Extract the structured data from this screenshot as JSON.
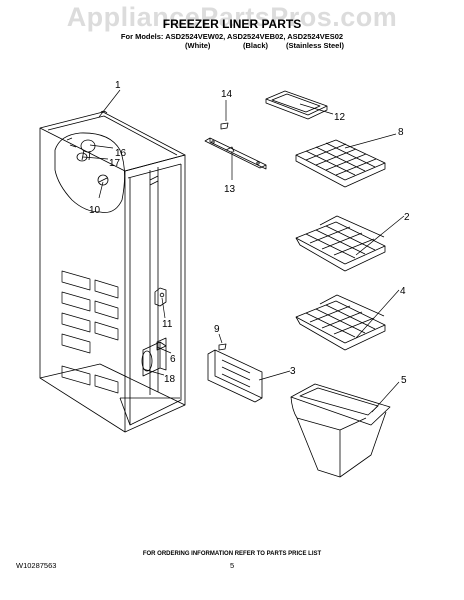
{
  "watermark": "AppliancePartsPros.com",
  "title": "FREEZER LINER PARTS",
  "models_line": "For Models: ASD2524VEW02, ASD2524VEB02, ASD2524VES02",
  "finishes": [
    "(White)",
    "(Black)",
    "(Stainless Steel)"
  ],
  "footer": {
    "order_note": "FOR ORDERING INFORMATION REFER TO PARTS PRICE LIST",
    "doc_number": "W10287563",
    "page_number": "5"
  },
  "callouts": {
    "c1": "1",
    "c2": "2",
    "c3": "3",
    "c4": "4",
    "c5": "5",
    "c6": "6",
    "c8": "8",
    "c9": "9",
    "c10": "10",
    "c11": "11",
    "c12": "12",
    "c13": "13",
    "c14": "14",
    "c16": "16",
    "c17": "17",
    "c18": "18"
  }
}
